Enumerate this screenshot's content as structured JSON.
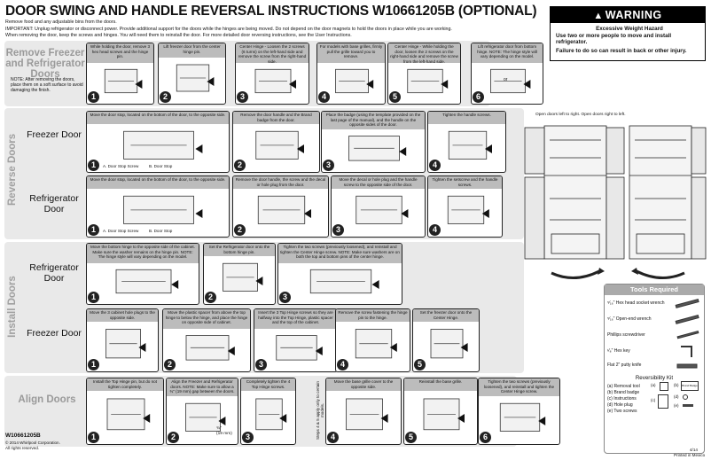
{
  "header": {
    "title": "DOOR SWING AND HANDLE REVERSAL INSTRUCTIONS W10661205B (OPTIONAL)",
    "line1": "Remove food and any adjustable bins from the doors.",
    "line2": "IMPORTANT: Unplug refrigerator or disconnect power. Provide additional support for the doors while the hinges are being moved. Do not depend on the door magnets to hold the doors in place while you are working.",
    "line3": "When removing the door, keep the screws and hinges. You will need them to reinstall the door. For more detailed door reversing instructions, see the User Instructions."
  },
  "warning": {
    "label": "WARNING",
    "hazard": "Excessive Weight Hazard",
    "line1": "Use two or more people to move and install refrigerator.",
    "line2": "Failure to do so can result in back or other injury."
  },
  "remove": {
    "label": "Remove Freezer and Refrigerator Doors",
    "note": "NOTE: After removing the doors, place them on a soft surface to avoid damaging the finish.",
    "steps": [
      {
        "n": "1",
        "text": "While holding the door, remove 3 hex head screws and the hinge pin."
      },
      {
        "n": "2",
        "text": "Lift freezer door from the center hinge pin."
      },
      {
        "n": "3",
        "text": "Center Hinge - Loosen the 2 screws (6 turns) on the left-hand side and remove the screw from the right-hand side."
      },
      {
        "n": "4",
        "text": "For models with base grilles, firmly pull the grille toward you to remove."
      },
      {
        "n": "5",
        "text": "Center Hinge - While holding the door, loosen the 2 screws on the right-hand side and remove the screw from the left-hand side."
      },
      {
        "n": "6",
        "text": "Lift refrigerator door from bottom hinge. NOTE: The hinge style will vary depending on the model."
      }
    ],
    "or": "or"
  },
  "reverse": {
    "label": "Reverse Doors",
    "freezer": {
      "label": "Freezer Door",
      "steps": [
        {
          "n": "1",
          "text": "Move the door stop, located on the bottom of the door, to the opposite side.",
          "a": "A. Door Stop Screw",
          "b": "B. Door Stop"
        },
        {
          "n": "2",
          "text": "Remove the door handle and the Brand badge from the door."
        },
        {
          "n": "3",
          "text": "Place the badge (using the template provided on the last page of the manual), and the handle on the opposite sides of the door."
        },
        {
          "n": "4",
          "text": "Tighten the handle screws."
        }
      ]
    },
    "refrigerator": {
      "label": "Refrigerator Door",
      "steps": [
        {
          "n": "1",
          "text": "Move the door stop, located on the bottom of the door, to the opposite side.",
          "a": "A. Door Stop Screw",
          "b": "B. Door Stop"
        },
        {
          "n": "2",
          "text": "Remove the door handle, the screw and the decal or hole plug from the door."
        },
        {
          "n": "3",
          "text": "Move the decal or hole plug and the handle screw to the opposite side of the door."
        },
        {
          "n": "4",
          "text": "Tighten the setscrew and the handle screws."
        }
      ]
    }
  },
  "install": {
    "label": "Install Doors",
    "refrigerator": {
      "label": "Refrigerator Door",
      "steps": [
        {
          "n": "1",
          "text": "Move the bottom hinge to the opposite side of the cabinet. Make sure the washer remains on the hinge pin. NOTE: The hinge style will vary depending on the model."
        },
        {
          "n": "2",
          "text": "Set the Refrigerator door onto the bottom hinge pin."
        },
        {
          "n": "3",
          "text": "Tighten the two screws (previously loosened), and reinstall and tighten the Center Hinge screw. NOTE: Make sure washers are on both the top and bottom pins of the center hinge."
        }
      ]
    },
    "freezer": {
      "label": "Freezer Door",
      "steps": [
        {
          "n": "1",
          "text": "Move the 3 cabinet hole plugs to the opposite side."
        },
        {
          "n": "2",
          "text": "Move the plastic spacer from above the top hinge to below the hinge, and place the hinge on opposite side of cabinet."
        },
        {
          "n": "3",
          "text": "Insert the 3 Top Hinge screws so they are halfway into the Top Hinge, plastic spacer and the top of the cabinet."
        },
        {
          "n": "4",
          "text": "Remove the screw fastening the hinge pin to the hinge."
        },
        {
          "n": "5",
          "text": "Set the freezer door onto the Center Hinge."
        }
      ]
    }
  },
  "align": {
    "label": "Align Doors",
    "steps": [
      {
        "n": "1",
        "text": "Install the Top Hinge pin, but do not tighten completely."
      },
      {
        "n": "2",
        "text": "Align the Freezer and Refrigerator doors. NOTE: Make sure to allow a ¾\" (19 mm) gap between the doors.",
        "dim": "¾\"",
        "dim2": "(19 mm)"
      },
      {
        "n": "3",
        "text": "Completely tighten the 4 Top Hinge screws."
      },
      {
        "n": "4",
        "text": "Move the base grille cover to the opposite side.",
        "side": "Steps 4 & 5 apply only to certain models."
      },
      {
        "n": "5",
        "text": "Reinstall the base grille."
      },
      {
        "n": "6",
        "text": "Tighten the two screws (previously loosened), and reinstall and tighten the Center Hinge screw."
      }
    ]
  },
  "fridge": {
    "caption": "Open doors left to right.  Open doors right to left."
  },
  "tools": {
    "header": "Tools Required",
    "items": [
      "⁵⁄₁₆\" Hex head socket wrench",
      "⁵⁄₁₆\" Open-end wrench",
      "Phillips screwdriver",
      "¹⁄₈\" Hex key",
      "Flat 2\" putty knife"
    ],
    "kit_title": "Reversibility Kit",
    "kit": [
      "(a) Removal tool",
      "(b) Brand badge",
      "(c) Instructions",
      "(d) Hole plug",
      "(e) Two screws"
    ],
    "kit_letters": [
      "(a)",
      "(b)",
      "(c)",
      "(d)",
      "(e)"
    ],
    "badge": "Brand Badge"
  },
  "footer": {
    "code": "W10661205B",
    "copyright": "© 2014 Whirlpool Corporation.",
    "rights": "All rights reserved.",
    "date": "4/14",
    "printed": "Printed in Mexico"
  }
}
